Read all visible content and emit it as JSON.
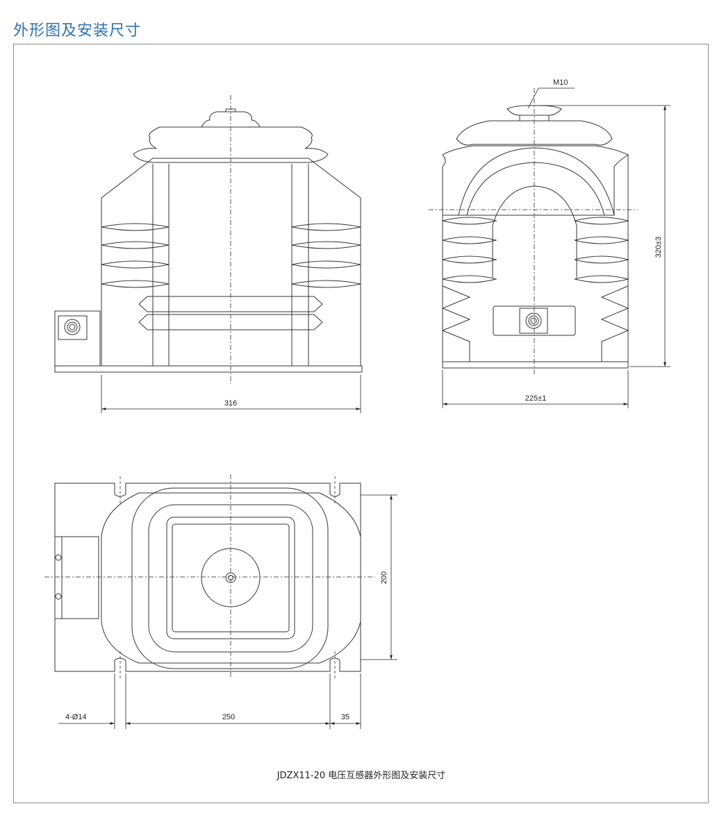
{
  "page": {
    "heading": "外形图及安装尺寸",
    "caption": "JDZX11-20 电压互感器外形图及安装尺寸"
  },
  "dimensions": {
    "front_width": "316",
    "side_width": "225±1",
    "side_height": "320±3",
    "thread": "M10",
    "top_depth": "200",
    "hole_spec": "4-Ø14",
    "hole_spacing": "250",
    "edge_offset": "35"
  },
  "colors": {
    "heading": "#2a72b8",
    "line": "#333333",
    "frame": "#8a8a8a"
  }
}
